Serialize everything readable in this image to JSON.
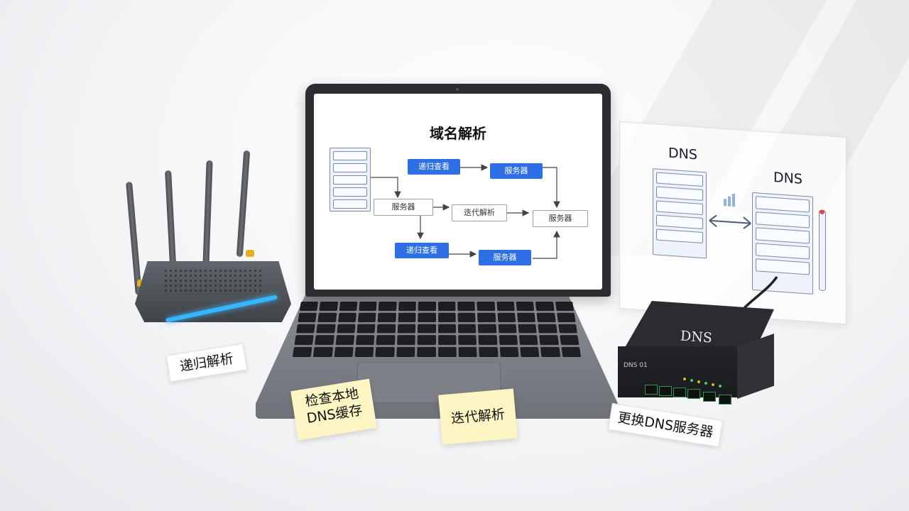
{
  "laptop_screen": {
    "title": "域名解析",
    "nodes": [
      {
        "text": "递归查看",
        "style": "blue"
      },
      {
        "text": "服务器",
        "style": "blue"
      },
      {
        "text": "服务器",
        "style": "white"
      },
      {
        "text": "迭代解析",
        "style": "white"
      },
      {
        "text": "服务器",
        "style": "white"
      },
      {
        "text": "递归查看",
        "style": "blue"
      },
      {
        "text": "服务器",
        "style": "blue"
      }
    ]
  },
  "dns_panel": {
    "label_left": "DNS",
    "label_right": "DNS"
  },
  "dns_box": {
    "top_label": "DNS",
    "front_label": "DNS 01"
  },
  "labels": {
    "router_tag": "递归解析",
    "note_left_line1": "检查本地",
    "note_left_line2": "DNS缓存",
    "note_right": "迭代解析",
    "dns_tag": "更换DNS服务器"
  },
  "colors": {
    "accent_blue": "#2f6fe6",
    "router_led": "#36b6ff",
    "note_yellow": "#fdf5c4",
    "antenna_joint": "#e2b11c"
  }
}
